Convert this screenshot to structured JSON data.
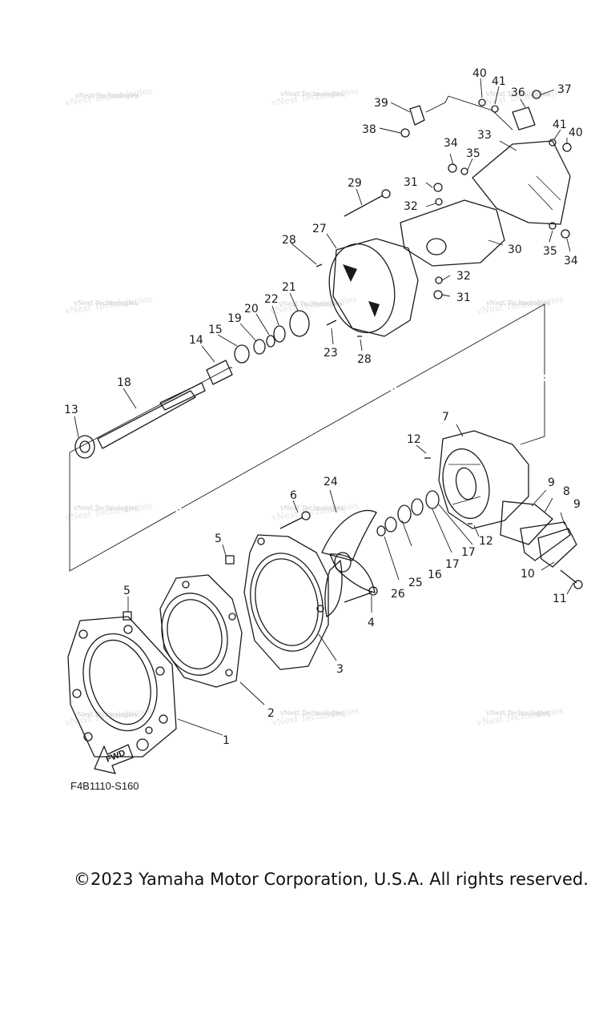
{
  "diagram": {
    "code": "F4B1110-S160",
    "fwd_label": "FWD",
    "watermark": "vNext Technologies",
    "copyright": "©2023 Yamaha Motor Corporation, U.S.A. All rights reserved.",
    "callouts": [
      "1",
      "2",
      "3",
      "4",
      "5",
      "5",
      "6",
      "7",
      "8",
      "9",
      "9",
      "10",
      "11",
      "12",
      "12",
      "13",
      "14",
      "15",
      "16",
      "17",
      "17",
      "18",
      "19",
      "20",
      "21",
      "22",
      "23",
      "24",
      "25",
      "26",
      "27",
      "28",
      "28",
      "29",
      "30",
      "31",
      "31",
      "32",
      "32",
      "33",
      "34",
      "34",
      "35",
      "35",
      "36",
      "37",
      "38",
      "39",
      "40",
      "40",
      "41",
      "41"
    ]
  }
}
